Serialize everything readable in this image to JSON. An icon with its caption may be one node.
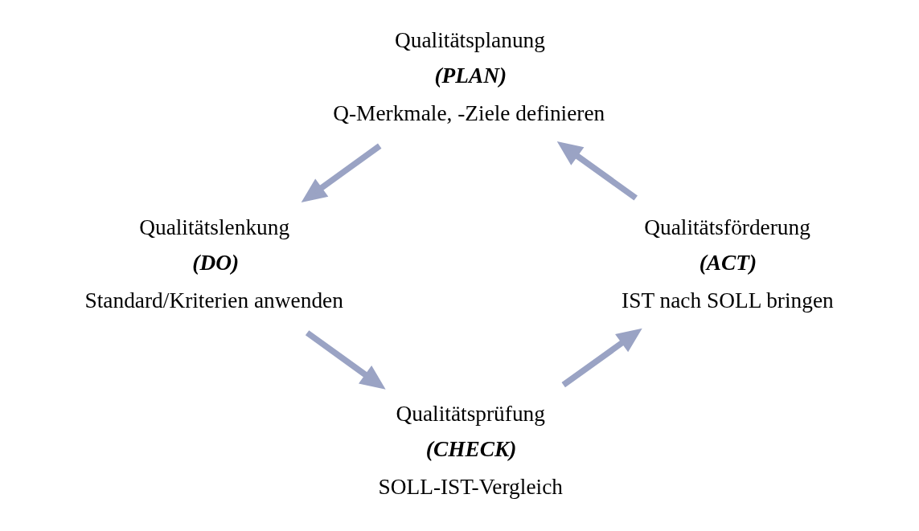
{
  "diagram": {
    "nodes": [
      {
        "text": [
          "Qualitätsplanung",
          "(PLAN)",
          "Q-Merkmale, -Ziele definieren"
        ]
      },
      {
        "text": [
          "Qualitätslenkung",
          "(DO)",
          "Standard/Kriterien anwenden"
        ]
      },
      {
        "text": [
          "Qualitätsprüfung",
          "(CHECK)",
          "SOLL-IST-Vergleich"
        ]
      },
      {
        "text": [
          "Qualitätsförderung",
          "(ACT)",
          "IST nach SOLL bringen"
        ]
      }
    ],
    "edges": [
      {
        "from": 0,
        "to": 1,
        "arrow": "to"
      },
      {
        "from": 1,
        "to": 2,
        "arrow": "to"
      },
      {
        "from": 2,
        "to": 3,
        "arrow": "to"
      },
      {
        "from": 3,
        "to": 0,
        "arrow": "to"
      }
    ]
  }
}
